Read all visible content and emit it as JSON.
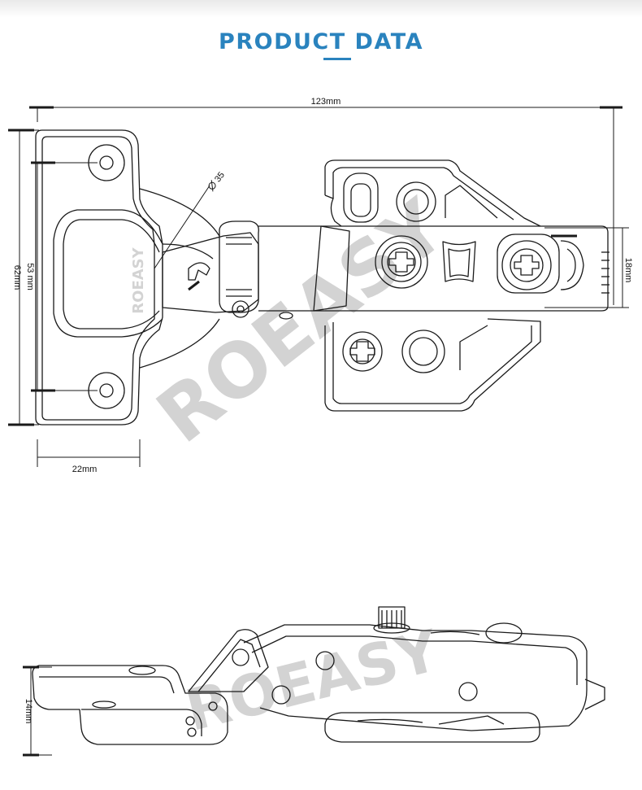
{
  "header": {
    "title": "PRODUCT DATA"
  },
  "watermark": {
    "text": "ROEASY",
    "small_text": "ROEASY",
    "color": "#d3d3d3"
  },
  "dimensions": {
    "overall_length": "123mm",
    "height": "62mm",
    "hole_spacing": "53 mm",
    "cup_offset": "22mm",
    "arm_width": "18mm",
    "cup_diameter": "35",
    "side_height": "14mm"
  },
  "colors": {
    "accent": "#2a83be",
    "line": "#1a1a1a"
  }
}
